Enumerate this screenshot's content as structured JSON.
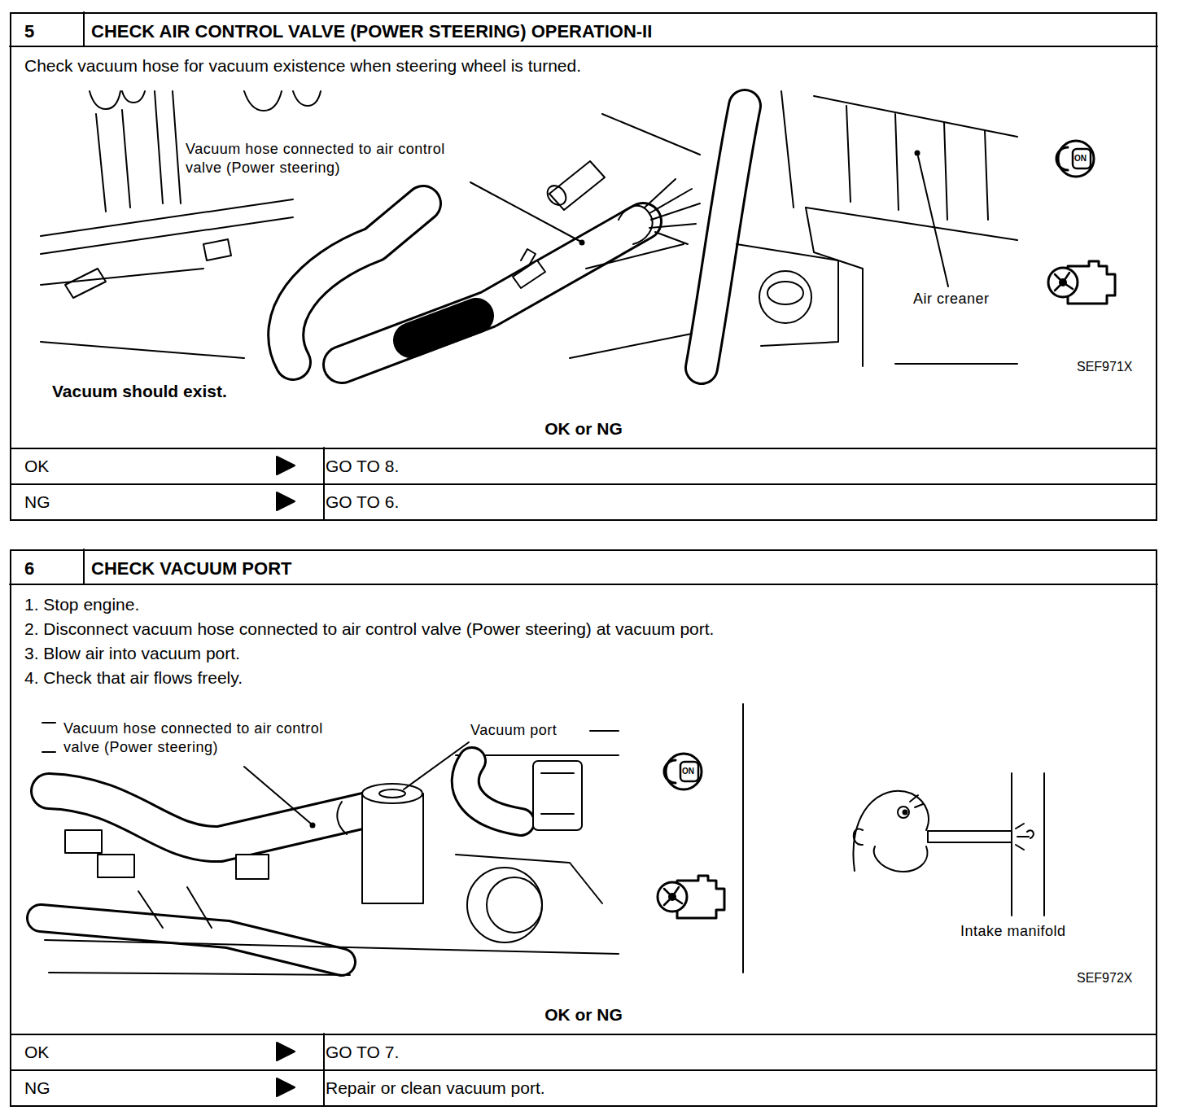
{
  "diagram": {
    "nodes": [
      {
        "text": [
          "5",
          "CHECK AIR CONTROL VALVE (POWER STEERING) OPERATION-II",
          "Check vacuum hose for vacuum existence when steering wheel is turned.",
          "Vacuum should exist.",
          "OK or NG"
        ]
      },
      {
        "text": [
          "OK",
          "GO TO 8."
        ],
        "in": 0
      },
      {
        "text": [
          "NG",
          "GO TO 6."
        ],
        "in": 0
      },
      {
        "text": [
          "6",
          "CHECK VACUUM PORT",
          "1. Stop engine.",
          "2. Disconnect vacuum hose connected to air control valve (Power steering) at vacuum port.",
          "3. Blow air into vacuum port.",
          "4. Check that air flows freely.",
          "OK or NG"
        ]
      },
      {
        "text": [
          "OK",
          "GO TO 7."
        ],
        "in": 3
      },
      {
        "text": [
          "NG",
          "Repair or clean vacuum port."
        ],
        "in": 3
      }
    ],
    "labels": [
      "Vacuum hose connected to air control valve (Power steering)",
      "Air creaner",
      "ON",
      "SEF971X",
      "Vacuum hose connected to air control valve (Power steering)",
      "Vacuum port",
      "ON",
      "Intake manifold",
      "SEF972X"
    ]
  }
}
